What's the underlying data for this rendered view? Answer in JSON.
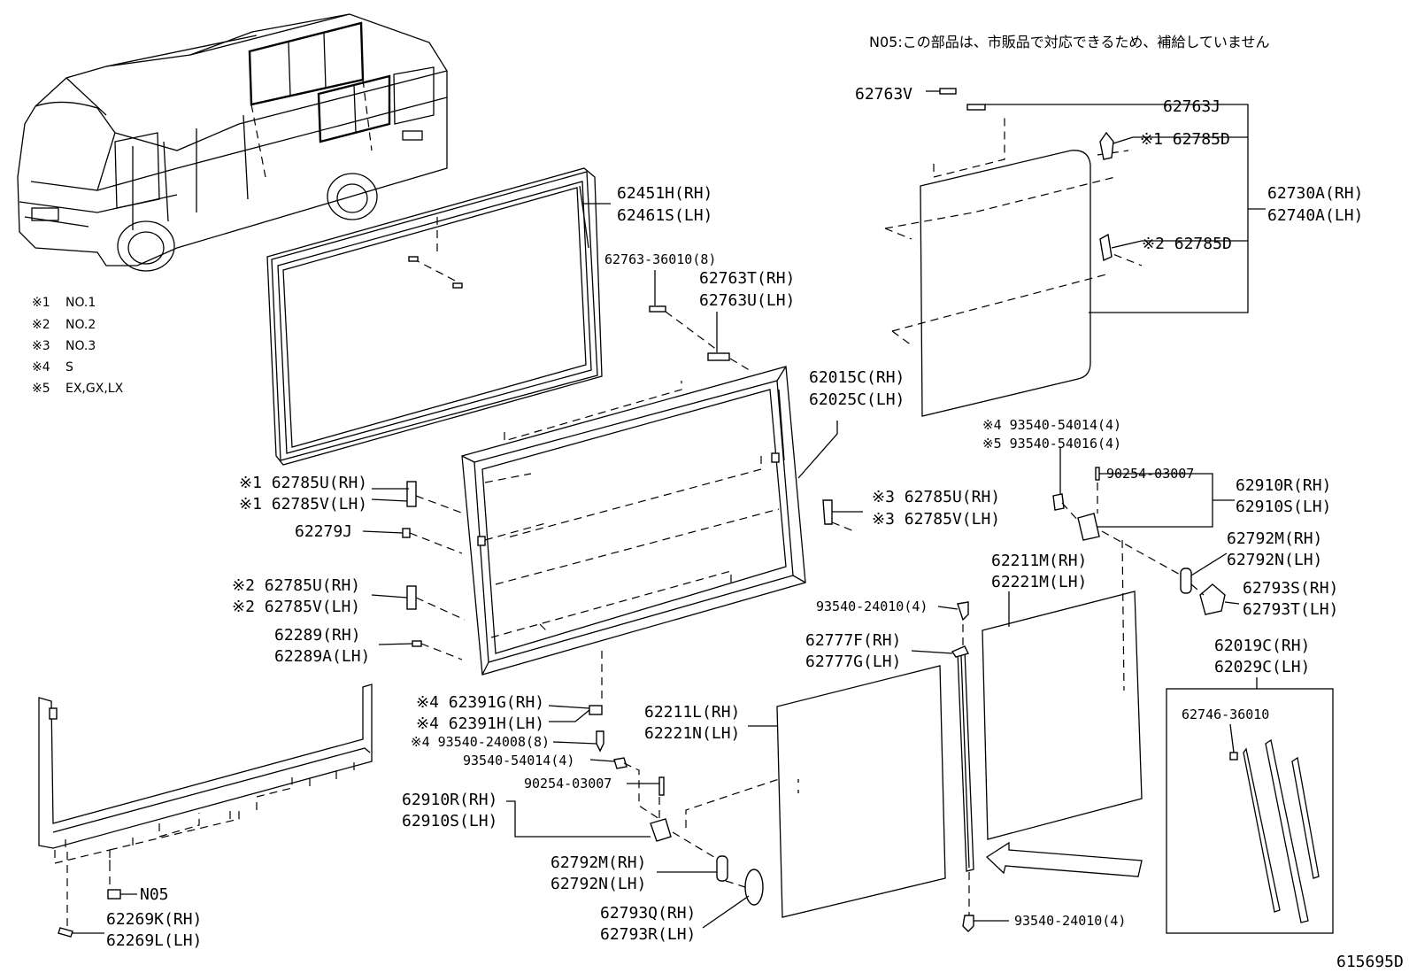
{
  "note": "N05:この部品は、市販品で対応できるため、補給していません",
  "figure_id": "615695D",
  "legend": [
    {
      "mark": "※1",
      "text": "NO.1"
    },
    {
      "mark": "※2",
      "text": "NO.2"
    },
    {
      "mark": "※3",
      "text": "NO.3"
    },
    {
      "mark": "※4",
      "text": "S"
    },
    {
      "mark": "※5",
      "text": "EX,GX,LX"
    }
  ],
  "labels": {
    "l62763V": "62763V",
    "l62763J": "62763J",
    "l62785D_1": "※1 62785D",
    "l62785D_2": "※2 62785D",
    "l62730A": "62730A(RH)",
    "l62740A": "62740A(LH)",
    "l62451H": "62451H(RH)",
    "l62461S": "62461S(LH)",
    "l62763_36010": "62763-36010(8)",
    "l62763T": "62763T(RH)",
    "l62763U": "62763U(LH)",
    "l62015C": "62015C(RH)",
    "l62025C": "62025C(LH)",
    "l93540_54014a": "※4 93540-54014(4)",
    "l93540_54016": "※5 93540-54016(4)",
    "l90254a": "90254-03007",
    "l62910Ra": "62910R(RH)",
    "l62910Sa": "62910S(LH)",
    "l62785U_1": "※1 62785U(RH)",
    "l62785V_1": "※1 62785V(LH)",
    "l62279J": "62279J",
    "l62785U_3": "※3 62785U(RH)",
    "l62785V_3": "※3 62785V(LH)",
    "l62792Ma": "62792M(RH)",
    "l62792Na": "62792N(LH)",
    "l62211M": "62211M(RH)",
    "l62221M": "62221M(LH)",
    "l62785U_2": "※2 62785U(RH)",
    "l62785V_2": "※2 62785V(LH)",
    "l93540_24010a": "93540-24010(4)",
    "l62793S": "62793S(RH)",
    "l62793T": "62793T(LH)",
    "l62289": "62289(RH)",
    "l62289A": "62289A(LH)",
    "l62777F": "62777F(RH)",
    "l62777G": "62777G(LH)",
    "l62019C": "62019C(RH)",
    "l62029C": "62029C(LH)",
    "l62391G": "※4 62391G(RH)",
    "l62391H": "※4 62391H(LH)",
    "l62211L": "62211L(RH)",
    "l62221N": "62221N(LH)",
    "l62746": "62746-36010",
    "l93540_24008": "※4 93540-24008(8)",
    "l93540_54014b": "93540-54014(4)",
    "l90254b": "90254-03007",
    "l62910Rb": "62910R(RH)",
    "l62910Sb": "62910S(LH)",
    "l62792Mb": "62792M(RH)",
    "l62792Nb": "62792N(LH)",
    "lN05": "N05",
    "l62793Q": "62793Q(RH)",
    "l62793R": "62793R(LH)",
    "l62269K": "62269K(RH)",
    "l62269L": "62269L(LH)",
    "l93540_24010b": "93540-24010(4)"
  }
}
